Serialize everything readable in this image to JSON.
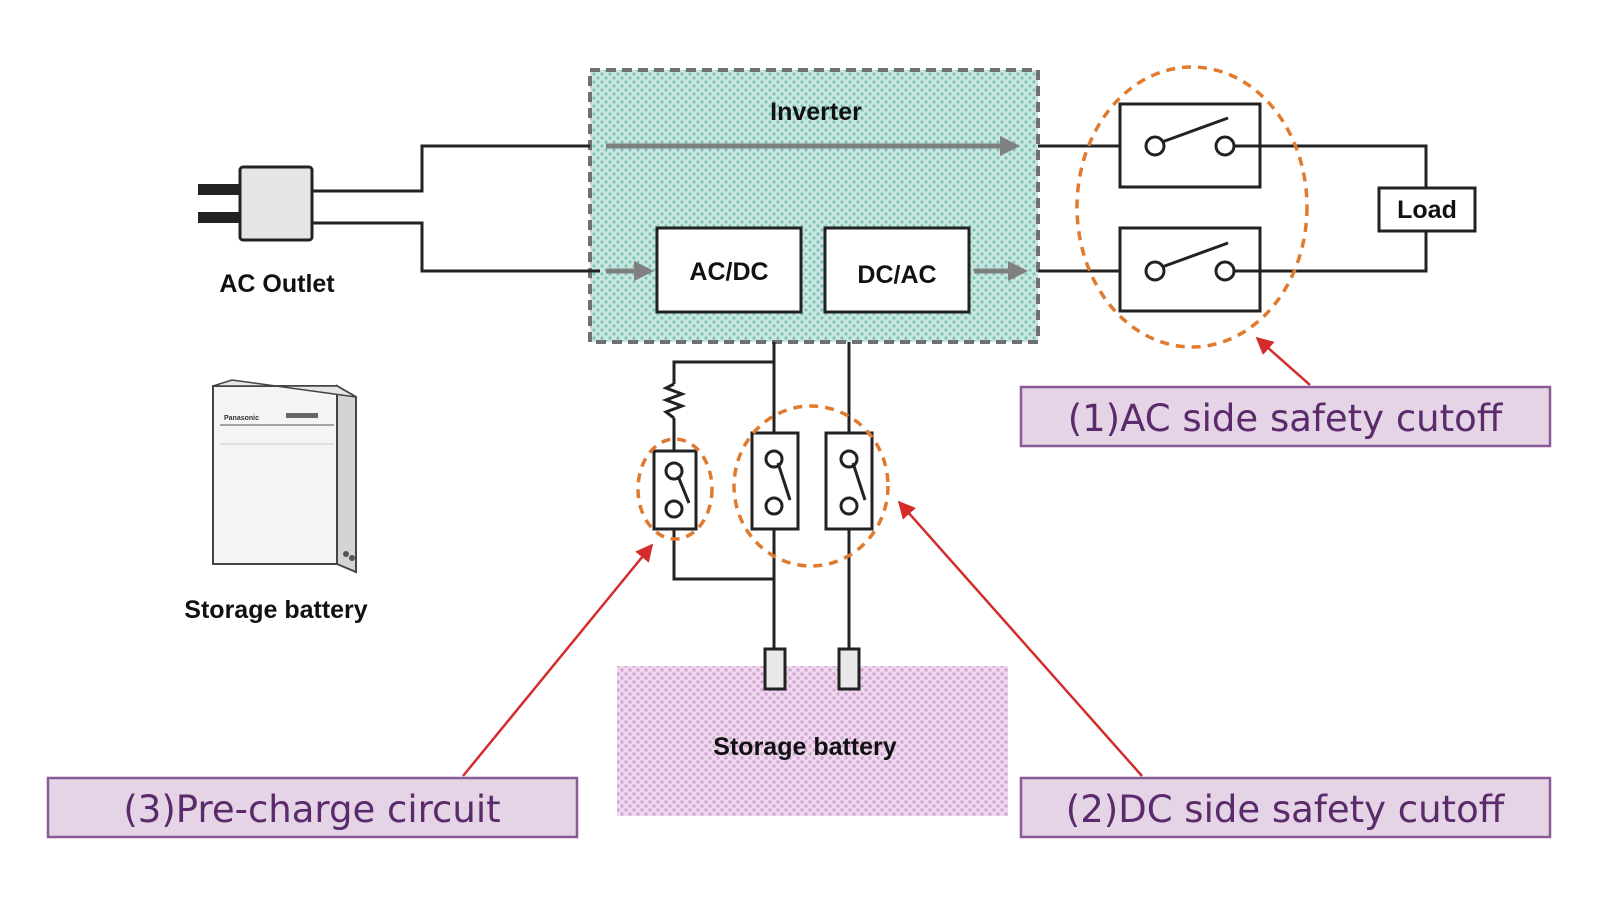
{
  "inverter": {
    "title": "Inverter",
    "blocks": [
      "AC/DC",
      "DC/AC"
    ]
  },
  "ac_outlet": {
    "label": "AC Outlet"
  },
  "load": {
    "label": "Load"
  },
  "battery_product": {
    "label": "Storage battery",
    "brand": "Panasonic"
  },
  "battery_area": {
    "label": "Storage battery"
  },
  "callouts": {
    "ac_cutoff": "(1)AC side safety cutoff",
    "dc_cutoff": "(2)DC side safety cutoff",
    "precharge": "(3)Pre-charge circuit"
  },
  "colors": {
    "inverter_fill": "#c9e6e0",
    "inverter_dots": "#7cc4b6",
    "battery_fill": "#eed9ee",
    "battery_dots": "#d3a6d3",
    "highlight_ring": "#e07a2e",
    "callout_fill": "#e4d4e6",
    "callout_border": "#8a5a96",
    "callout_text": "#5a2a6a",
    "pointer_arrow": "#d42b2b",
    "flow_arrow": "#808080"
  },
  "icons": [
    "ac-plug-icon",
    "battery-unit-icon",
    "switch-icon",
    "resistor-icon",
    "battery-terminal-icon"
  ]
}
